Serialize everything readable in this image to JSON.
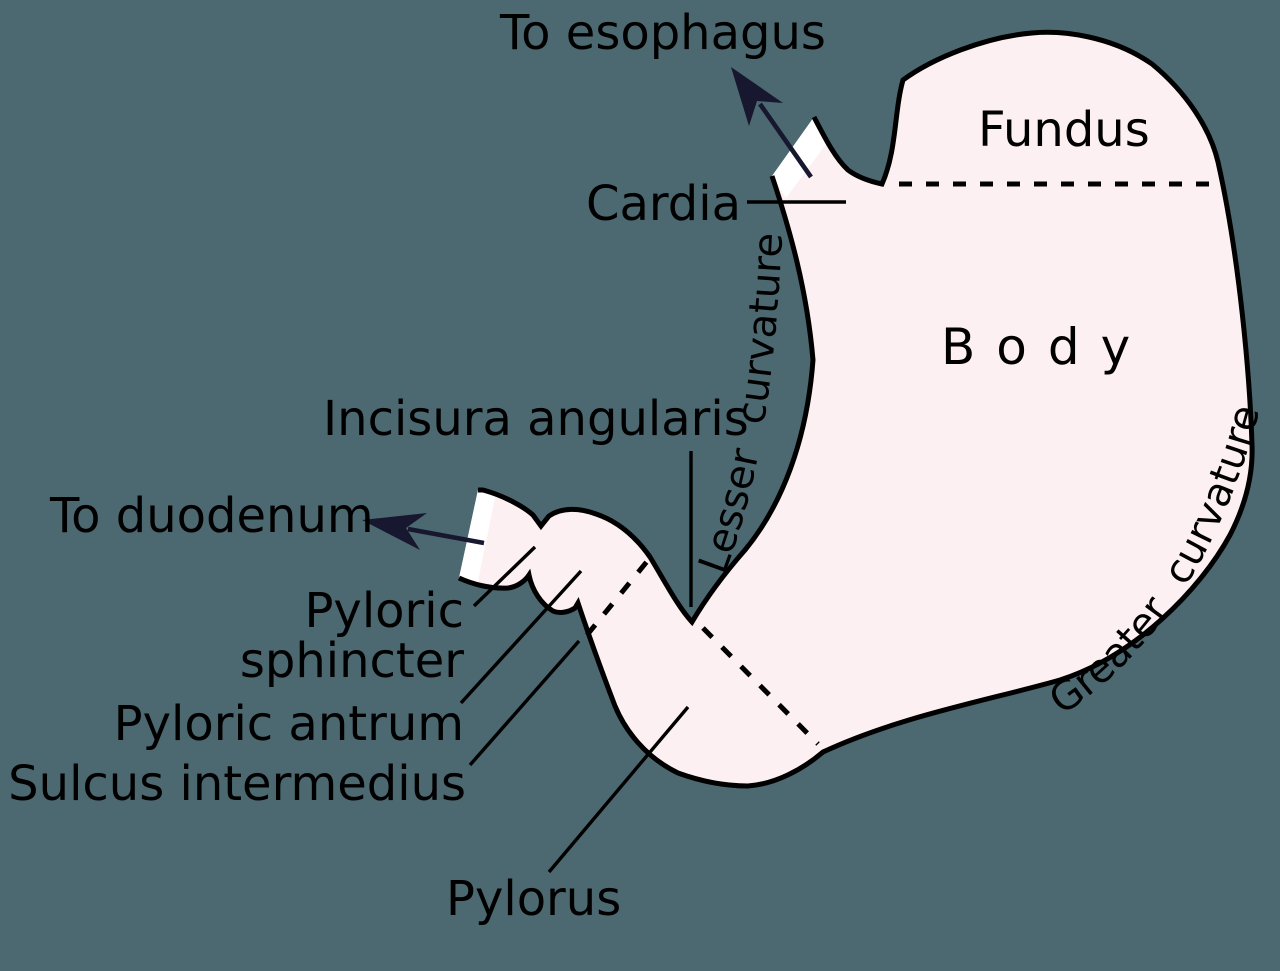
{
  "colors": {
    "background": "#4C6870",
    "stomach_fill": "#FCF0F3",
    "cut_surface": "#FFFFFF",
    "outline": "#000000",
    "arrow": "#17172F",
    "label_text": "#000000"
  },
  "labels": {
    "to_esophagus": "To esophagus",
    "cardia": "Cardia",
    "fundus": "Fundus",
    "body": "Body",
    "lesser_curvature": "Lesser curvature",
    "greater_curvature": "Greater curvature",
    "incisura_angularis": "Incisura angularis",
    "to_duodenum": "To duodenum",
    "pyloric_sphincter": {
      "line1": "Pyloric",
      "line2": "sphincter"
    },
    "pyloric_antrum": "Pyloric antrum",
    "sulcus_intermedius": "Sulcus intermedius",
    "pylorus": "Pylorus"
  }
}
